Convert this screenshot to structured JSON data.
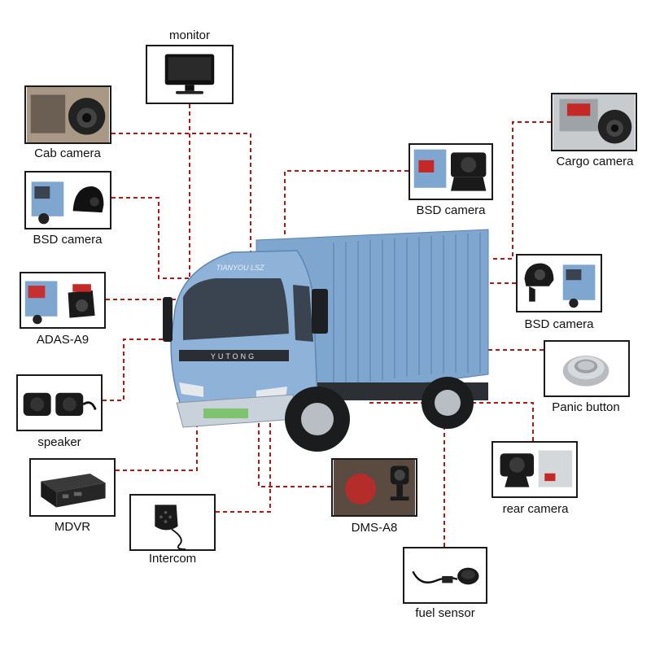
{
  "colors": {
    "wire": "#b01818",
    "frame": "#1a1a1a",
    "truck_body": "#7fa6cf",
    "truck_cab": "#8fb3d8"
  },
  "truck": {
    "brand": "YUTONG",
    "cab_text": "TIANYOU LSZ"
  },
  "components": {
    "monitor": {
      "label": "monitor",
      "icon": "monitor-icon"
    },
    "cab_camera": {
      "label": "Cab camera",
      "icon": "dome-camera-icon"
    },
    "bsd_camera_left": {
      "label": "BSD camera",
      "icon": "side-camera-icon"
    },
    "adas": {
      "label": "ADAS-A9",
      "icon": "adas-camera-icon"
    },
    "speaker": {
      "label": "speaker",
      "icon": "speaker-icon"
    },
    "mdvr": {
      "label": "MDVR",
      "icon": "mdvr-icon"
    },
    "intercom": {
      "label": "Intercom",
      "icon": "microphone-icon"
    },
    "dms": {
      "label": "DMS-A8",
      "icon": "dms-camera-icon"
    },
    "fuel_sensor": {
      "label": "fuel sensor",
      "icon": "fuel-sensor-icon"
    },
    "rear_camera": {
      "label": "rear camera",
      "icon": "rear-camera-icon"
    },
    "panic_button": {
      "label": "Panic button",
      "icon": "panic-button-icon"
    },
    "bsd_camera_right": {
      "label": "BSD camera",
      "icon": "side-camera-icon"
    },
    "bsd_camera_top": {
      "label": "BSD camera",
      "icon": "bullet-camera-icon"
    },
    "cargo_camera": {
      "label": "Cargo camera",
      "icon": "dome-camera-icon"
    }
  }
}
